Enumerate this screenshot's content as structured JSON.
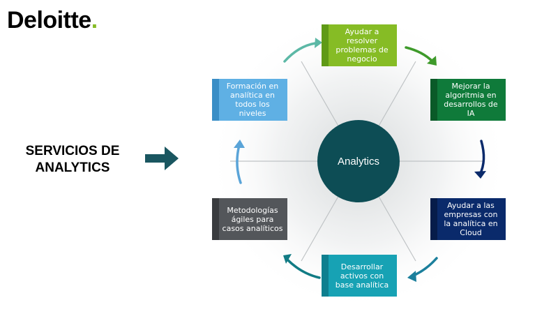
{
  "brand": {
    "name": "Deloitte",
    "dot": ".",
    "dot_color": "#86bc25"
  },
  "headline": {
    "line1": "SERVICIOS DE",
    "line2": "ANALYTICS",
    "arrow_icon": "right-arrow-icon",
    "arrow_color": "#1a5660"
  },
  "center": {
    "label": "Analytics",
    "color": "#0d4d55"
  },
  "services": [
    {
      "label": "Ayudar a resolver problemas de negocio",
      "color": "#86bc25",
      "strip": "#5f9a16"
    },
    {
      "label": "Mejorar la algoritmia en desarrollos de IA",
      "color": "#0f7a3a",
      "strip": "#0a5a28"
    },
    {
      "label": "Ayudar a las empresas con la analítica en Cloud",
      "color": "#0a2a6b",
      "strip": "#061c4a"
    },
    {
      "label": "Desarrollar activos con base analítica",
      "color": "#17a2b4",
      "strip": "#0e7f8f"
    },
    {
      "label": "Metodologías ágiles para casos analíticos",
      "color": "#53565a",
      "strip": "#3a3c3f"
    },
    {
      "label": "Formación en analítica en todos los niveles",
      "color": "#5fb0e4",
      "strip": "#3a8ec6"
    }
  ]
}
